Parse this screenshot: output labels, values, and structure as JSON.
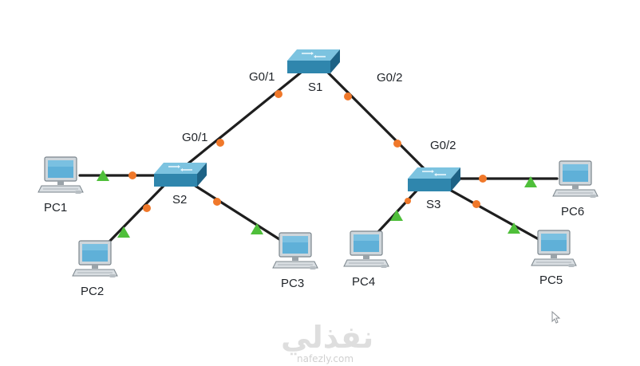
{
  "devices": {
    "s1": {
      "label": "S1"
    },
    "s2": {
      "label": "S2"
    },
    "s3": {
      "label": "S3"
    },
    "pc1": {
      "label": "PC1"
    },
    "pc2": {
      "label": "PC2"
    },
    "pc3": {
      "label": "PC3"
    },
    "pc4": {
      "label": "PC4"
    },
    "pc5": {
      "label": "PC5"
    },
    "pc6": {
      "label": "PC6"
    }
  },
  "ports": {
    "s1_g01": "G0/1",
    "s1_g02": "G0/2",
    "s2_g01": "G0/1",
    "s3_g02": "G0/2"
  },
  "watermark": {
    "arabic": "نفذلي",
    "url": "nafezly.com"
  },
  "colors": {
    "link": "#1e1e1e",
    "trunk_port": "#f0782a",
    "access_port": "#4fbf3a",
    "switch": "#3a8fb5",
    "pc_screen": "#5fb0d8"
  }
}
